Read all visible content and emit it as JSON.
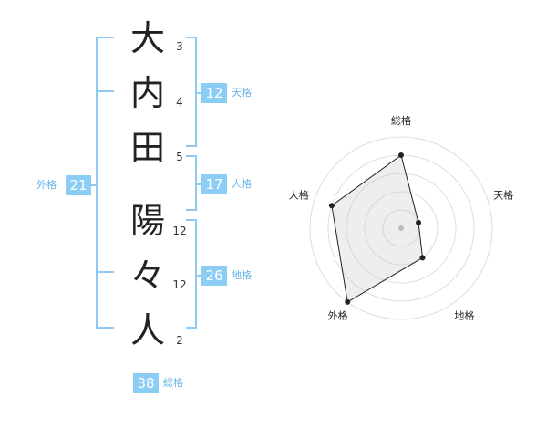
{
  "name_chars": [
    {
      "char": "大",
      "strokes": "3"
    },
    {
      "char": "内",
      "strokes": "4"
    },
    {
      "char": "田",
      "strokes": "5"
    },
    {
      "char": "陽",
      "strokes": "12"
    },
    {
      "char": "々",
      "strokes": "12"
    },
    {
      "char": "人",
      "strokes": "2"
    }
  ],
  "kaku": {
    "tenkaku": {
      "value": "12",
      "label": "天格"
    },
    "jinkaku": {
      "value": "17",
      "label": "人格"
    },
    "chikaku": {
      "value": "26",
      "label": "地格"
    },
    "gaikaku": {
      "value": "21",
      "label": "外格"
    },
    "soukaku": {
      "value": "38",
      "label": "総格"
    }
  },
  "colors": {
    "bracket": "#8dc9f1",
    "badge": "#8ccdf5",
    "badge_label": "#6ab3e8"
  },
  "chart_data": {
    "type": "radar",
    "axes": [
      "総格",
      "天格",
      "地格",
      "外格",
      "人格"
    ],
    "values": [
      4,
      1,
      2,
      5,
      4
    ],
    "range": [
      0,
      5
    ],
    "rings": 5
  }
}
